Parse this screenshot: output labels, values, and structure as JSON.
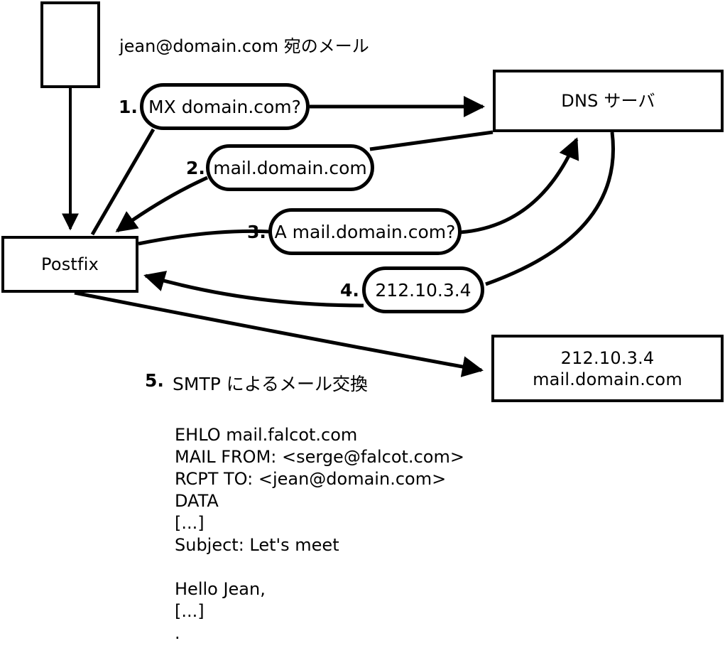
{
  "diagram": {
    "title_label": "jean@domain.com 宛のメール",
    "nodes": {
      "client": {
        "label": ""
      },
      "postfix": {
        "label": "Postfix"
      },
      "dns_server": {
        "label": "DNS サーバ"
      },
      "mail_server": {
        "line1": "212.10.3.4",
        "line2": "mail.domain.com"
      }
    },
    "steps": [
      {
        "num": "1.",
        "label": "MX domain.com?"
      },
      {
        "num": "2.",
        "label": "mail.domain.com"
      },
      {
        "num": "3.",
        "label": "A mail.domain.com?"
      },
      {
        "num": "4.",
        "label": "212.10.3.4"
      },
      {
        "num": "5.",
        "label": "SMTP によるメール交換"
      }
    ],
    "smtp_transcript": [
      "EHLO mail.falcot.com",
      "MAIL FROM: <serge@falcot.com>",
      "RCPT TO: <jean@domain.com>",
      "DATA",
      "[...]",
      "Subject: Let's meet",
      "",
      "Hello Jean,",
      "[...]",
      "."
    ],
    "colors": {
      "stroke": "#000000",
      "background": "#ffffff"
    }
  }
}
